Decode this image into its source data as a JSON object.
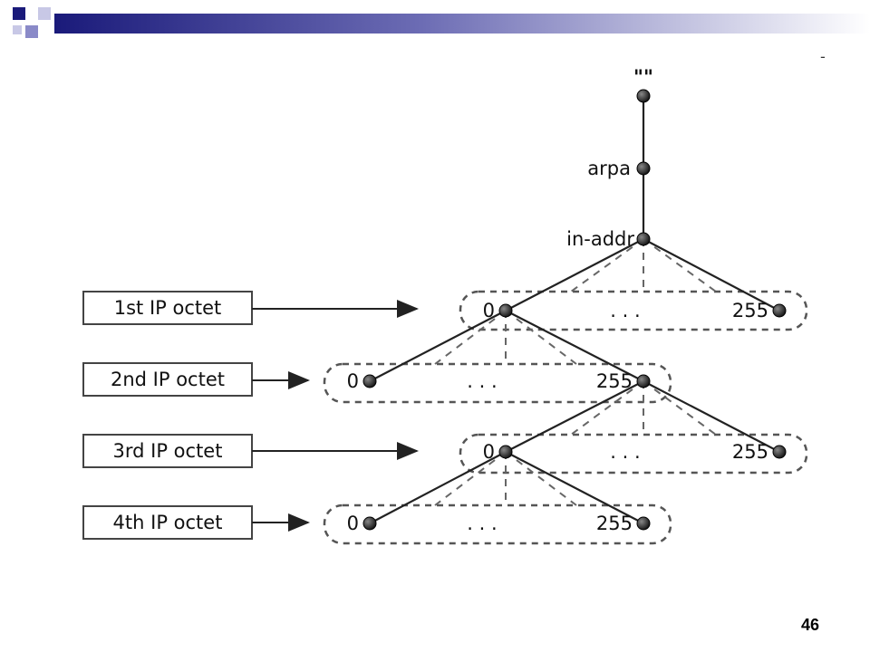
{
  "slide": {
    "page_number": "46",
    "corner_mark": "-"
  },
  "theme": {
    "deco_dark": "#1a1a7a",
    "deco_mid": "#8a8ac8",
    "deco_light": "#c8c8e6"
  },
  "tree": {
    "root_label": "\"\"",
    "arpa_label": "arpa",
    "inaddr_label": "in-addr",
    "levels": [
      {
        "left": "0",
        "ellipsis": ". . .",
        "right": "255"
      },
      {
        "left": "0",
        "ellipsis": ". . .",
        "right": "255"
      },
      {
        "left": "0",
        "ellipsis": ". . .",
        "right": "255"
      },
      {
        "left": "0",
        "ellipsis": ". . .",
        "right": "255"
      }
    ]
  },
  "octet_labels": [
    "1st IP octet",
    "2nd IP octet",
    "3rd IP octet",
    "4th IP octet"
  ]
}
